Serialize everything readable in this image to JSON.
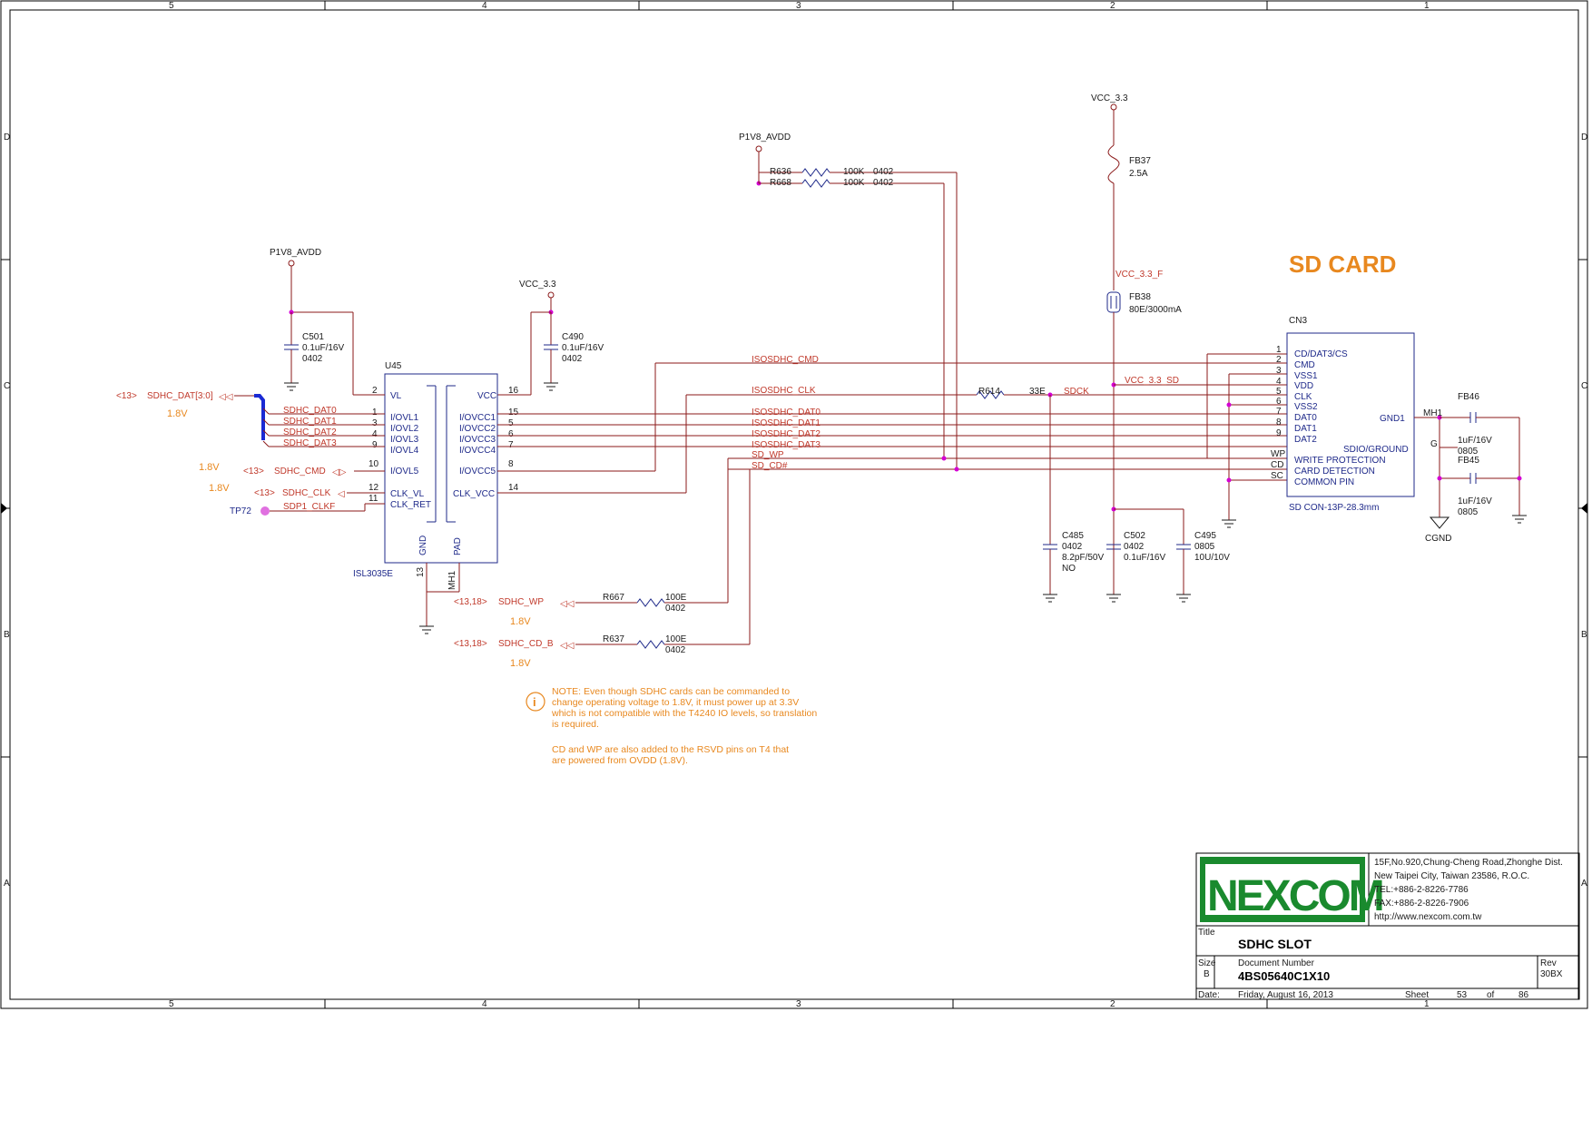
{
  "frame": {
    "col_labels_top": [
      "5",
      "4",
      "3",
      "2",
      "1"
    ],
    "col_labels_bottom": [
      "5",
      "4",
      "3",
      "2",
      "1"
    ],
    "row_labels_left": [
      "D",
      "C",
      "B",
      "A"
    ],
    "row_labels_right": [
      "D",
      "C",
      "B",
      "A"
    ]
  },
  "power": {
    "p1v8_left": "P1V8_AVDD",
    "vcc33_mid": "VCC_3.3",
    "p1v8_top": "P1V8_AVDD",
    "vcc33_top": "VCC_3.3",
    "vcc33f": "VCC_3.3_F",
    "vcc33sd": "VCC_3.3_SD"
  },
  "heading": "SD CARD",
  "u45": {
    "ref": "U45",
    "part": "ISL3035E",
    "left_pins": [
      {
        "num": "2",
        "name": "VL"
      },
      {
        "num": "1",
        "name": "I/OVL1"
      },
      {
        "num": "3",
        "name": "I/OVL2"
      },
      {
        "num": "4",
        "name": "I/OVL3"
      },
      {
        "num": "9",
        "name": "I/OVL4"
      },
      {
        "num": "10",
        "name": "I/OVL5"
      },
      {
        "num": "12",
        "name": "CLK_VL"
      },
      {
        "num": "11",
        "name": "CLK_RET"
      }
    ],
    "right_pins": [
      {
        "num": "16",
        "name": "VCC"
      },
      {
        "num": "15",
        "name": "I/OVCC1"
      },
      {
        "num": "5",
        "name": "I/OVCC2"
      },
      {
        "num": "6",
        "name": "I/OVCC3"
      },
      {
        "num": "7",
        "name": "I/OVCC4"
      },
      {
        "num": "8",
        "name": "I/OVCC5"
      },
      {
        "num": "14",
        "name": "CLK_VCC"
      }
    ],
    "bottom_gnd": "GND",
    "bottom_pad": "PAD",
    "pin13": "13",
    "mh1": "MH1"
  },
  "c501": {
    "ref": "C501",
    "val": "0.1uF/16V",
    "pkg": "0402"
  },
  "c490": {
    "ref": "C490",
    "val": "0.1uF/16V",
    "pkg": "0402"
  },
  "left_nets": {
    "sdhc_dat_ref": "<13>",
    "sdhc_dat": "SDHC_DAT[3:0]",
    "v18_a": "1.8V",
    "dat0": "SDHC_DAT0",
    "dat1": "SDHC_DAT1",
    "dat2": "SDHC_DAT2",
    "dat3": "SDHC_DAT3",
    "v18_b": "1.8V",
    "cmd_ref": "<13>",
    "cmd": "SDHC_CMD",
    "v18_c": "1.8V",
    "clk_ref": "<13>",
    "clk": "SDHC_CLK",
    "tp72": "TP72",
    "clkf": "SDP1_CLKF"
  },
  "iso_nets": {
    "cmd": "ISOSDHC_CMD",
    "clk": "ISOSDHC_CLK",
    "dat0": "ISOSDHC_DAT0",
    "dat1": "ISOSDHC_DAT1",
    "dat2": "ISOSDHC_DAT2",
    "dat3": "ISOSDHC_DAT3",
    "wp": "SD_WP",
    "cd": "SD_CD#"
  },
  "r636": {
    "ref": "R636",
    "val": "100K",
    "pkg": "0402"
  },
  "r668": {
    "ref": "R668",
    "val": "100K",
    "pkg": "0402"
  },
  "r614": {
    "ref": "R614",
    "val": "33E",
    "net": "SDCK"
  },
  "fb37": {
    "ref": "FB37",
    "val": "2.5A"
  },
  "fb38": {
    "ref": "FB38",
    "val": "80E/3000mA"
  },
  "c485": {
    "ref": "C485",
    "pkg": "0402",
    "val": "8.2pF/50V",
    "note": "NO"
  },
  "c502": {
    "ref": "C502",
    "pkg": "0402",
    "val": "0.1uF/16V"
  },
  "c495": {
    "ref": "C495",
    "pkg": "0805",
    "val": "10U/10V"
  },
  "r667": {
    "ref": "R667",
    "val": "100E",
    "pkg": "0402"
  },
  "r637": {
    "ref": "R637",
    "val": "100E",
    "pkg": "0402"
  },
  "wp_net": {
    "ref": "<13,18>",
    "name": "SDHC_WP",
    "volt": "1.8V"
  },
  "cd_net": {
    "ref": "<13,18>",
    "name": "SDHC_CD_B",
    "volt": "1.8V"
  },
  "cn3": {
    "ref": "CN3",
    "part": "SD CON-13P-28.3mm",
    "pins": [
      {
        "num": "1",
        "name": "CD/DAT3/CS"
      },
      {
        "num": "2",
        "name": "CMD"
      },
      {
        "num": "3",
        "name": "VSS1"
      },
      {
        "num": "4",
        "name": "VDD"
      },
      {
        "num": "5",
        "name": "CLK"
      },
      {
        "num": "6",
        "name": "VSS2"
      },
      {
        "num": "7",
        "name": "DAT0"
      },
      {
        "num": "8",
        "name": "DAT1"
      },
      {
        "num": "9",
        "name": "DAT2"
      }
    ],
    "wp_pin": "WP",
    "cd_pin": "CD",
    "sc_pin": "SC",
    "wp_label": "WRITE PROTECTION",
    "cd_label": "CARD DETECTION",
    "sc_label": "COMMON PIN",
    "gnd1": "GND1",
    "sdio_gnd": "SDIO/GROUND"
  },
  "fb46": {
    "ref": "FB46",
    "val": "1uF/16V",
    "pkg": "0805"
  },
  "fb45": {
    "ref": "FB45",
    "val": "1uF/16V",
    "pkg": "0805"
  },
  "mh1_label": "MH1",
  "g_label": "G",
  "cgnd": "CGND",
  "note": {
    "lines1": [
      "NOTE: Even though SDHC cards can be commanded to",
      "change operating voltage to 1.8V, it must power up at 3.3V",
      "which is not compatible with the T4240 IO levels, so translation",
      "is required."
    ],
    "lines2": [
      "CD and WP are also added to the RSVD pins on T4 that",
      "are powered from OVDD (1.8V)."
    ]
  },
  "title_block": {
    "logo": "NEXCOM",
    "address": [
      "15F,No.920,Chung-Cheng Road,Zhonghe Dist.",
      "New Taipei City, Taiwan 23586, R.O.C.",
      "TEL:+886-2-8226-7786",
      "FAX:+886-2-8226-7906",
      "http://www.nexcom.com.tw"
    ],
    "title_label": "Title",
    "title": "SDHC SLOT",
    "size_label": "Size",
    "size": "B",
    "docnum_label": "Document Number",
    "docnum": "4BS05640C1X10",
    "rev_label": "Rev",
    "rev": "30BX",
    "date_label": "Date:",
    "date": "Friday, August 16, 2013",
    "sheet_label": "Sheet",
    "sheet": "53",
    "of_label": "of",
    "total": "86"
  },
  "colors": {
    "wire": "#8b1a1a",
    "component": "#1f2a8a",
    "net_label": "#c0392b",
    "accent": "#e8881f",
    "junction": "#d400d4",
    "logo_green": "#1a8a2e"
  }
}
